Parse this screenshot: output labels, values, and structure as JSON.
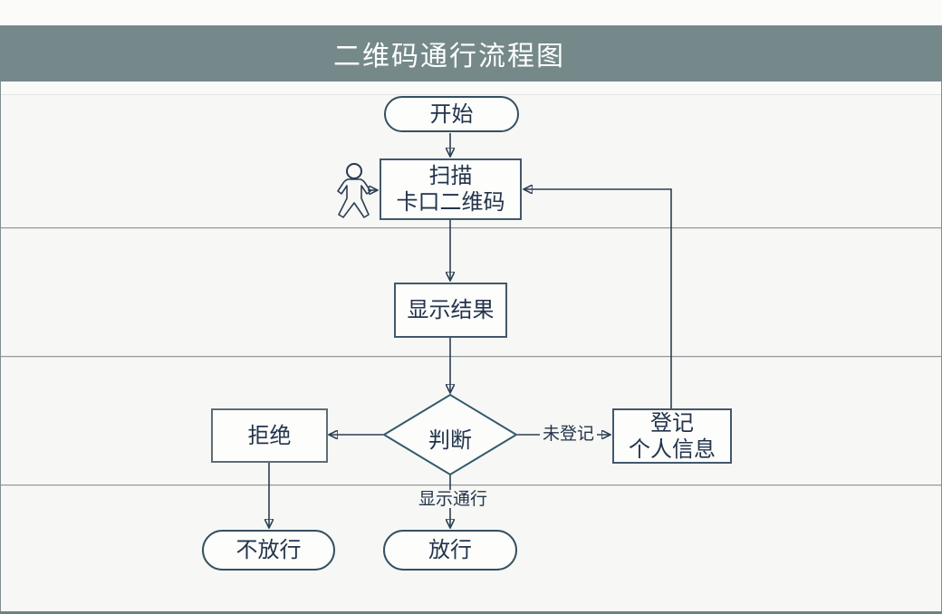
{
  "title": {
    "text": "二维码通行流程图"
  },
  "nodes": {
    "start": {
      "label": "开始",
      "shape": "terminator"
    },
    "scan": {
      "lines": [
        "扫描",
        "卡口二维码"
      ],
      "shape": "process"
    },
    "result": {
      "label": "显示结果",
      "shape": "process"
    },
    "decision": {
      "label": "判断",
      "shape": "decision"
    },
    "reject": {
      "label": "拒绝",
      "shape": "process"
    },
    "register": {
      "lines": [
        "登记",
        "个人信息"
      ],
      "shape": "process"
    },
    "no_pass": {
      "label": "不放行",
      "shape": "terminator"
    },
    "pass": {
      "label": "放行",
      "shape": "terminator"
    }
  },
  "edges": {
    "decision_to_register_label": "未登记",
    "decision_to_pass_label": "显示通行"
  },
  "icons": {
    "person": "person-actor-icon"
  },
  "colors": {
    "title_bar": "#75898a",
    "bottom_bar": "#6d8182",
    "canvas_background": "#f7f7f5",
    "node_border": "#42586c",
    "terminator_border": "#35505f",
    "arrow": "#2b3f54",
    "lane_line": "#919b9a",
    "title_text": "#ffffff",
    "node_text": "#22344c"
  }
}
